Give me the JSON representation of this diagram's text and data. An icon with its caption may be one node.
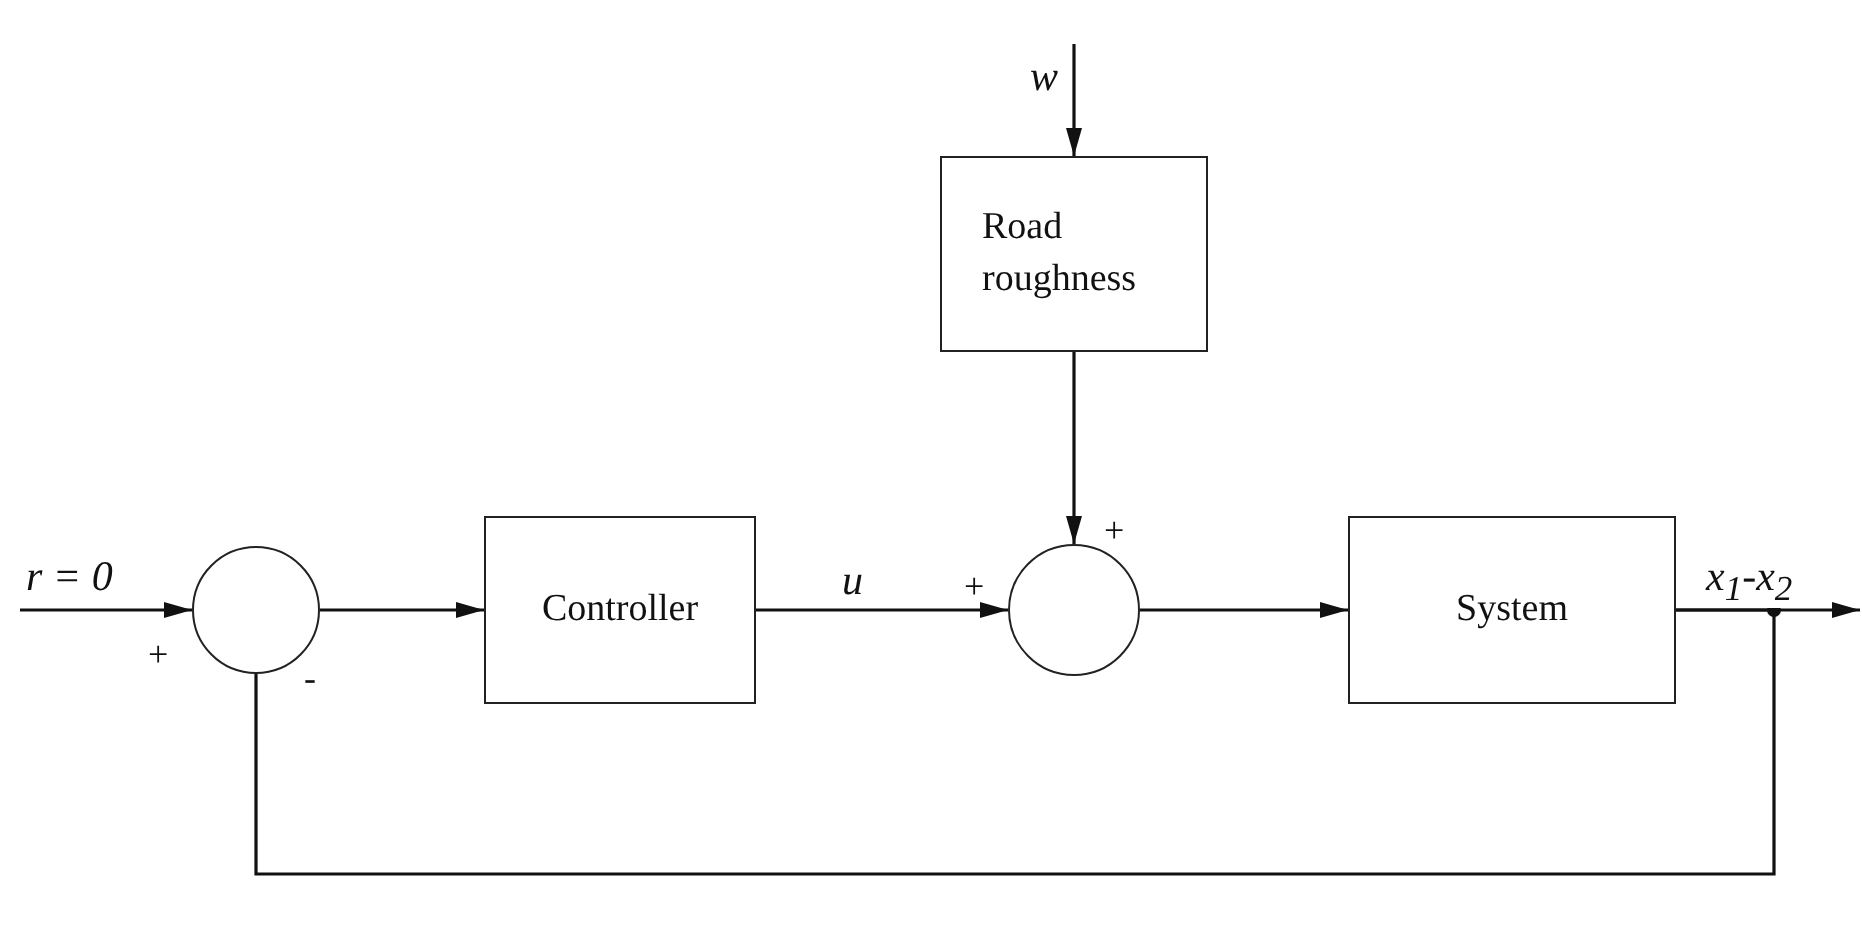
{
  "diagram": {
    "nodes": [
      {
        "text": [],
        "shape": "circle"
      },
      {
        "text": [
          "Controller"
        ]
      },
      {
        "text": [],
        "shape": "circle"
      },
      {
        "text": [
          "Road roughness"
        ]
      },
      {
        "text": [
          "System"
        ]
      }
    ],
    "edges": [
      {
        "from": null,
        "to": 0,
        "arrow": "to",
        "label": "r = 0"
      },
      {
        "from": 0,
        "to": 1,
        "arrow": "to"
      },
      {
        "from": 1,
        "to": 2,
        "arrow": "to",
        "label": "u"
      },
      {
        "from": null,
        "to": 3,
        "arrow": "to",
        "label": "w"
      },
      {
        "from": 3,
        "to": 2,
        "arrow": "to"
      },
      {
        "from": 2,
        "to": 4,
        "arrow": "to"
      },
      {
        "from": 4,
        "to": null,
        "arrow": "to",
        "label": "x$_{1}$-x$_{2}$"
      },
      {
        "from": 4,
        "to": 0,
        "arrow": "none"
      }
    ],
    "labels": [
      "+",
      "+",
      "+",
      "-"
    ]
  }
}
